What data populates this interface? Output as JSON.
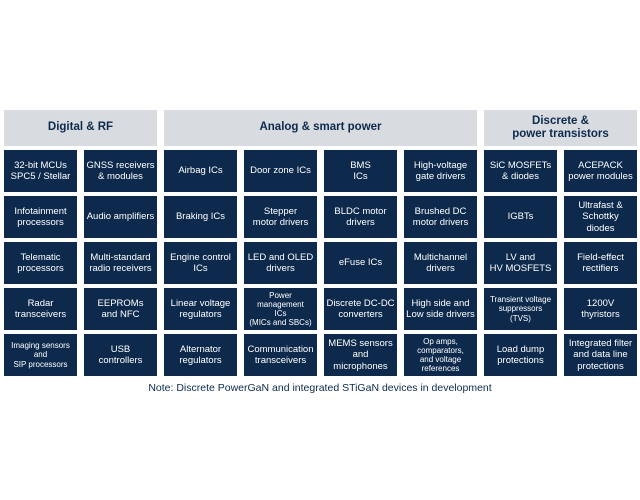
{
  "palette": {
    "navy": "#0d2a4d",
    "header_bg": "#d8dbe0",
    "page_bg": "#ffffff",
    "cell_text": "#ffffff"
  },
  "groups": [
    {
      "label": "Digital & RF",
      "span": 2
    },
    {
      "label": "Analog & smart power",
      "span": 4
    },
    {
      "label": "Discrete &\npower transistors",
      "span": 2
    }
  ],
  "grid": {
    "columns": 8,
    "rows": [
      [
        {
          "text": "32-bit MCUs\nSPC5 / Stellar"
        },
        {
          "text": "GNSS receivers\n& modules"
        },
        {
          "text": "Airbag ICs"
        },
        {
          "text": "Door zone ICs"
        },
        {
          "text": "BMS\nICs"
        },
        {
          "text": "High-voltage\ngate drivers"
        },
        {
          "text": "SiC MOSFETs\n& diodes"
        },
        {
          "text": "ACEPACK\npower modules"
        }
      ],
      [
        {
          "text": "Infotainment\nprocessors"
        },
        {
          "text": "Audio amplifiers"
        },
        {
          "text": "Braking ICs"
        },
        {
          "text": "Stepper\nmotor drivers"
        },
        {
          "text": "BLDC motor\ndrivers"
        },
        {
          "text": "Brushed DC\nmotor drivers"
        },
        {
          "text": "IGBTs"
        },
        {
          "text": "Ultrafast &\nSchottky\ndiodes"
        }
      ],
      [
        {
          "text": "Telematic\nprocessors"
        },
        {
          "text": "Multi-standard\nradio receivers"
        },
        {
          "text": "Engine control\nICs"
        },
        {
          "text": "LED and OLED\ndrivers"
        },
        {
          "text": "eFuse ICs"
        },
        {
          "text": "Multichannel\ndrivers"
        },
        {
          "text": "LV and\nHV MOSFETS"
        },
        {
          "text": "Field-effect\nrectifiers"
        }
      ],
      [
        {
          "text": "Radar\ntransceivers"
        },
        {
          "text": "EEPROMs\nand NFC"
        },
        {
          "text": "Linear voltage\nregulators"
        },
        {
          "text": "Power\nmanagement\nICs\n(MICs and SBCs)",
          "small": true
        },
        {
          "text": "Discrete DC-DC\nconverters"
        },
        {
          "text": "High side and\nLow side drivers"
        },
        {
          "text": "Transient voltage\nsuppressors\n(TVS)",
          "small": true
        },
        {
          "text": "1200V\nthyristors"
        }
      ],
      [
        {
          "text": "Imaging sensors\nand\nSIP processors",
          "small": true
        },
        {
          "text": "USB\ncontrollers"
        },
        {
          "text": "Alternator\nregulators"
        },
        {
          "text": "Communication\ntransceivers"
        },
        {
          "text": "MEMS sensors\nand microphones"
        },
        {
          "text": "Op amps,\ncomparators,\nand voltage\nreferences",
          "small": true
        },
        {
          "text": "Load dump\nprotections"
        },
        {
          "text": "Integrated filter\nand data line\nprotections"
        }
      ]
    ]
  },
  "note": "Note: Discrete PowerGaN and integrated STiGaN devices in development"
}
